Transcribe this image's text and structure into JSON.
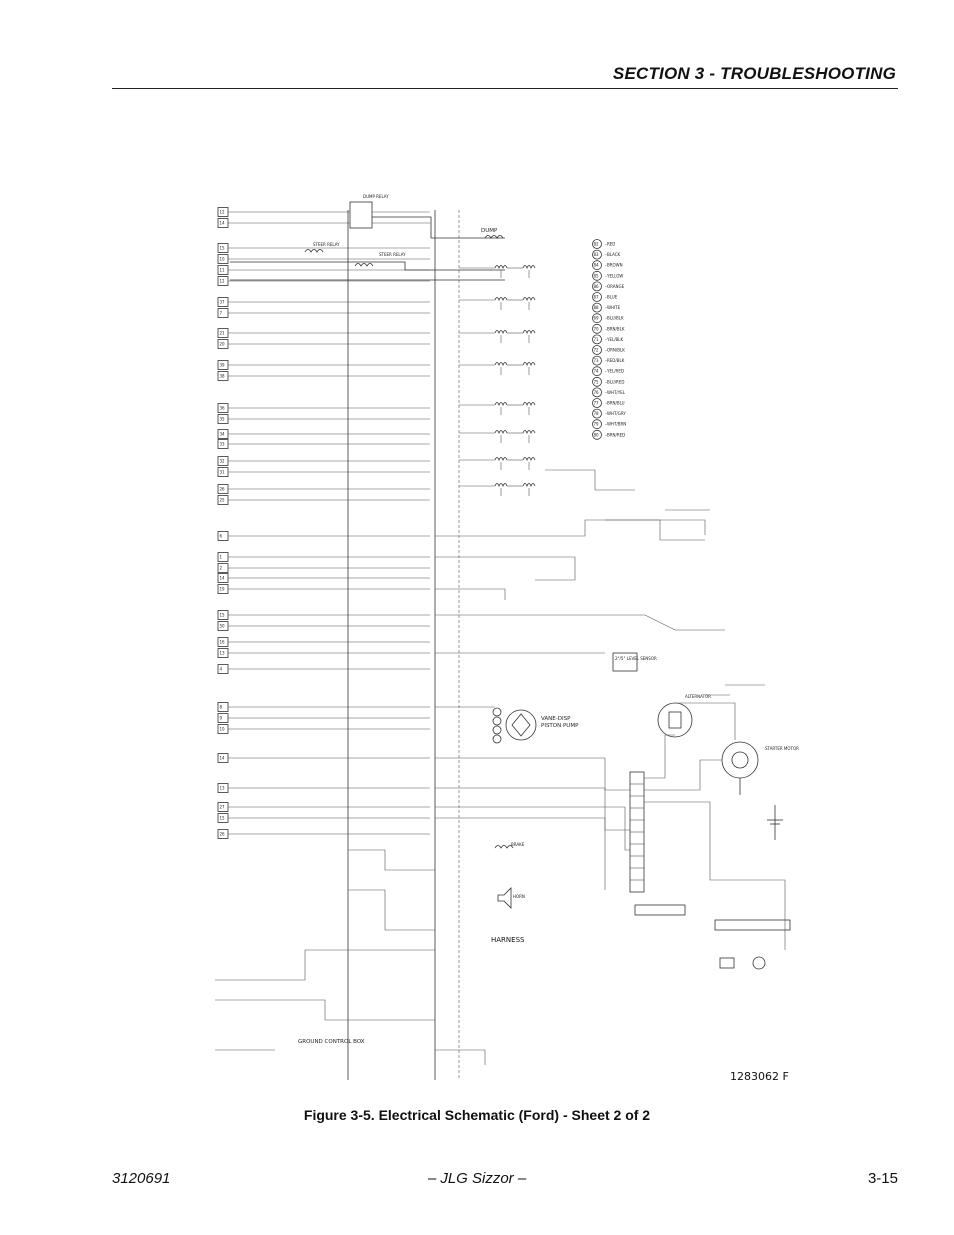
{
  "header": {
    "section_title": "SECTION 3 - TROUBLESHOOTING"
  },
  "figure": {
    "caption": "Figure 3-5.  Electrical Schematic (Ford) - Sheet 2 of 2",
    "drawing_number": "1283062 F",
    "labels": {
      "vane_pump": "VANE-DISP",
      "piston_pump": "PISTON PUMP",
      "harness": "HARNESS",
      "ground_control_box": "GROUND CONTROL BOX",
      "alternator": "ALTERNATOR",
      "starter_motor": "STARTER MOTOR",
      "level_sensor": "2°/5° LEVEL SENSOR",
      "dump": "DUMP",
      "steer_relay": "STEER RELAY",
      "brake": "BRAKE",
      "horn": "HORN"
    },
    "left_terminals": [
      "12",
      "14",
      "15",
      "10",
      "11",
      "12",
      "37",
      "7",
      "21",
      "20",
      "39",
      "38",
      "36",
      "35",
      "34",
      "33",
      "32",
      "31",
      "26",
      "25",
      "6",
      "1",
      "2",
      "14",
      "19",
      "15",
      "50",
      "16",
      "13",
      "4",
      "8",
      "9",
      "10",
      "14",
      "13",
      "27",
      "15",
      "26"
    ],
    "wire_legend": [
      {
        "num": "82",
        "color": "RED"
      },
      {
        "num": "83",
        "color": "BLACK"
      },
      {
        "num": "84",
        "color": "BROWN"
      },
      {
        "num": "85",
        "color": "YELLOW"
      },
      {
        "num": "86",
        "color": "ORANGE"
      },
      {
        "num": "87",
        "color": "BLUE"
      },
      {
        "num": "88",
        "color": "WHITE"
      },
      {
        "num": "69",
        "color": "BLU/BLK"
      },
      {
        "num": "70",
        "color": "BRN/BLK"
      },
      {
        "num": "71",
        "color": "YEL/BLK"
      },
      {
        "num": "72",
        "color": "ORN/BLK"
      },
      {
        "num": "73",
        "color": "RED/BLK"
      },
      {
        "num": "74",
        "color": "YEL/RED"
      },
      {
        "num": "75",
        "color": "BLU/RED"
      },
      {
        "num": "76",
        "color": "WHT/YEL"
      },
      {
        "num": "77",
        "color": "BRN/BLU"
      },
      {
        "num": "78",
        "color": "WHT/GRY"
      },
      {
        "num": "79",
        "color": "WHT/BRN"
      },
      {
        "num": "80",
        "color": "BRN/RED"
      }
    ]
  },
  "footer": {
    "doc_number": "3120691",
    "publisher": "– JLG Sizzor –",
    "page_number": "3-15"
  }
}
